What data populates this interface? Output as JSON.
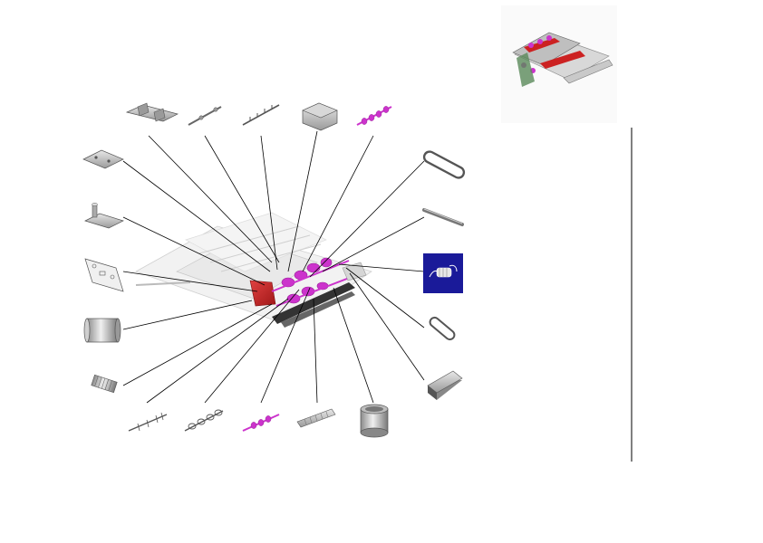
{
  "figure": {
    "type": "exploded-parts-diagram",
    "callout_line_color": "#000000",
    "highlight_color": "#cc33cc",
    "assembly_red": "#cc2222",
    "selected_part_background": "#1a1a99",
    "parts": [
      {
        "icon": "mounting-bracket"
      },
      {
        "icon": "small-shaft"
      },
      {
        "icon": "pin-strip"
      },
      {
        "icon": "cover-block"
      },
      {
        "icon": "magenta-roller-shaft"
      },
      {
        "icon": "belt-loop"
      },
      {
        "icon": "metal-plate"
      },
      {
        "icon": "post-bracket"
      },
      {
        "icon": "side-frame"
      },
      {
        "icon": "rod"
      },
      {
        "icon": "spring-selected"
      },
      {
        "icon": "roller-sleeve"
      },
      {
        "icon": "small-belt"
      },
      {
        "icon": "spring"
      },
      {
        "icon": "gear-shaft"
      },
      {
        "icon": "chain-shaft"
      },
      {
        "icon": "magenta-short-shaft"
      },
      {
        "icon": "comb-bar"
      },
      {
        "icon": "cylinder-bushing"
      },
      {
        "icon": "pad"
      }
    ]
  }
}
